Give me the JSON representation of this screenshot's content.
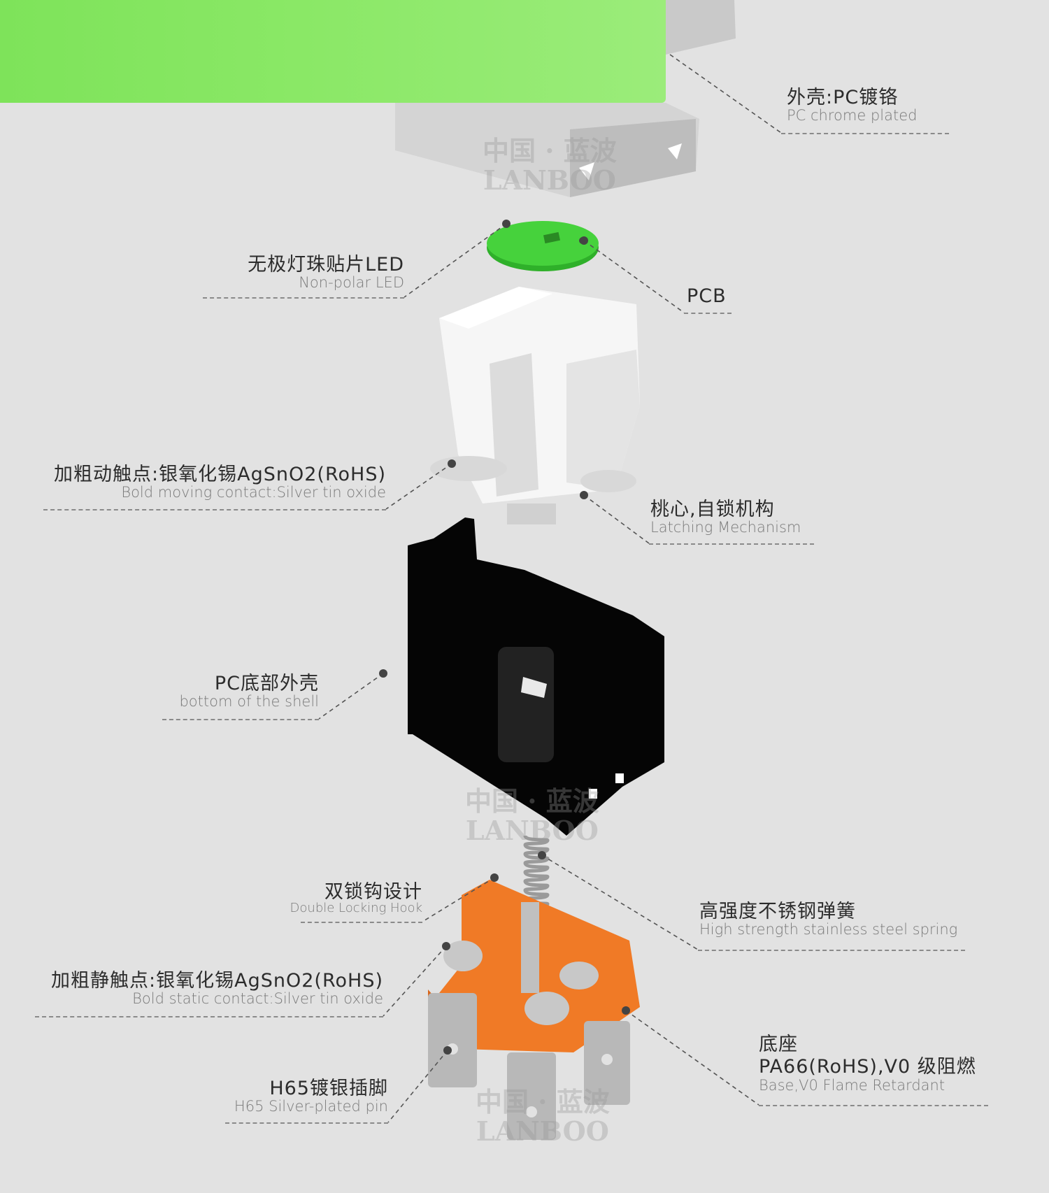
{
  "labels": {
    "shell": {
      "cn": "外壳:PC镀铬",
      "en": "PC chrome plated"
    },
    "led": {
      "cn": "无极灯珠贴片LED",
      "en": "Non-polar LED"
    },
    "pcb": {
      "cn": "PCB"
    },
    "moving": {
      "cn": "加粗动触点:银氧化锡AgSnO2(RoHS)",
      "en": "Bold moving contact:Silver tin oxide"
    },
    "latch": {
      "cn": "桃心,自锁机构",
      "en": "Latching  Mechanism"
    },
    "bottom": {
      "cn": "PC底部外壳",
      "en": "bottom  of  the shell"
    },
    "hook": {
      "cn": "双锁钩设计",
      "en": "Double Locking Hook"
    },
    "spring": {
      "cn": "高强度不锈钢弹簧",
      "en": "High strength stainless steel spring"
    },
    "static": {
      "cn": "加粗静触点:银氧化锡AgSnO2(RoHS)",
      "en": "Bold static contact:Silver tin oxide"
    },
    "base": {
      "cn": "底座",
      "cn2": "PA66(RoHS),V0 级阻燃",
      "en": "Base,V0 Flame Retardant"
    },
    "pin": {
      "cn": "H65镀银插脚",
      "en": "H65 Silver-plated pin"
    }
  },
  "watermark": {
    "cn": "中国 · 蓝波",
    "en": "LANBOO"
  },
  "colors": {
    "banner": "#8ae866",
    "pcb": "#46d23c",
    "housing": "#f2f2f2",
    "bottom_shell": "#050505",
    "base": "#f07a26",
    "metal": "#b8b8b8"
  }
}
